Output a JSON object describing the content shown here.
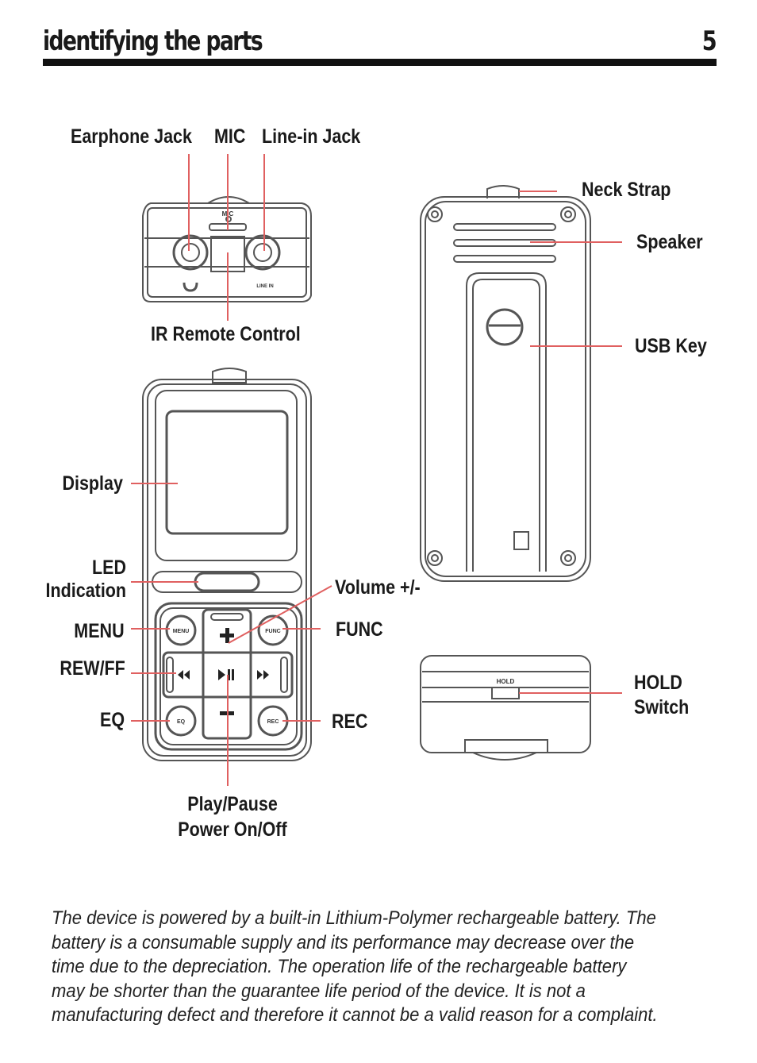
{
  "header": {
    "title": "identifying the parts",
    "page_number": "5"
  },
  "labels": {
    "earphone_jack": "Earphone Jack",
    "mic": "MIC",
    "line_in_jack": "Line-in Jack",
    "ir_remote": "IR Remote Control",
    "neck_strap": "Neck Strap",
    "speaker": "Speaker",
    "usb_key": "USB Key",
    "display": "Display",
    "led_line1": "LED",
    "led_line2": "Indication",
    "volume": "Volume +/-",
    "menu": "MENU",
    "func": "FUNC",
    "rew_ff": "REW/FF",
    "eq": "EQ",
    "rec": "REC",
    "play_line1": "Play/Pause",
    "play_line2": "Power On/Off",
    "hold_line1": "HOLD",
    "hold_line2": "Switch"
  },
  "device_markings": {
    "mic": "MIC",
    "line_in": "LINE IN",
    "menu": "MENU",
    "func": "FUNC",
    "eq": "EQ",
    "rec": "REC",
    "hold": "HOLD"
  },
  "note": "The device is powered by a built-in Lithium-Polymer rechargeable battery. The battery is a consumable supply and its performance may decrease over the time due to the depreciation. The operation life of the rechargeable battery may be shorter than the guarantee life period of the device. It is not a manufacturing defect and therefore it cannot be a valid reason for a complaint.",
  "colors": {
    "callout_line": "#e06060",
    "ink": "#1a1a1a",
    "rule": "#111111"
  }
}
